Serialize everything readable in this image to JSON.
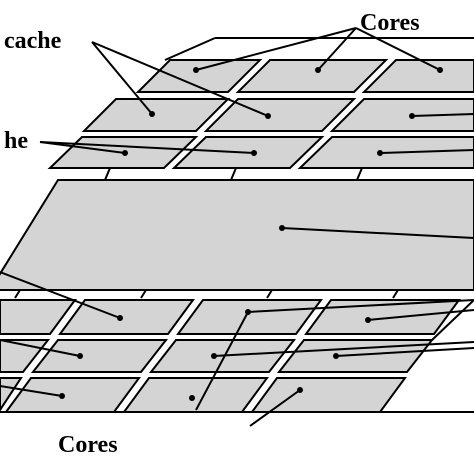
{
  "labels": {
    "cores_top": "Cores",
    "cache_top": "cache",
    "cache_mid": "he",
    "cores_bottom": "Cores"
  }
}
